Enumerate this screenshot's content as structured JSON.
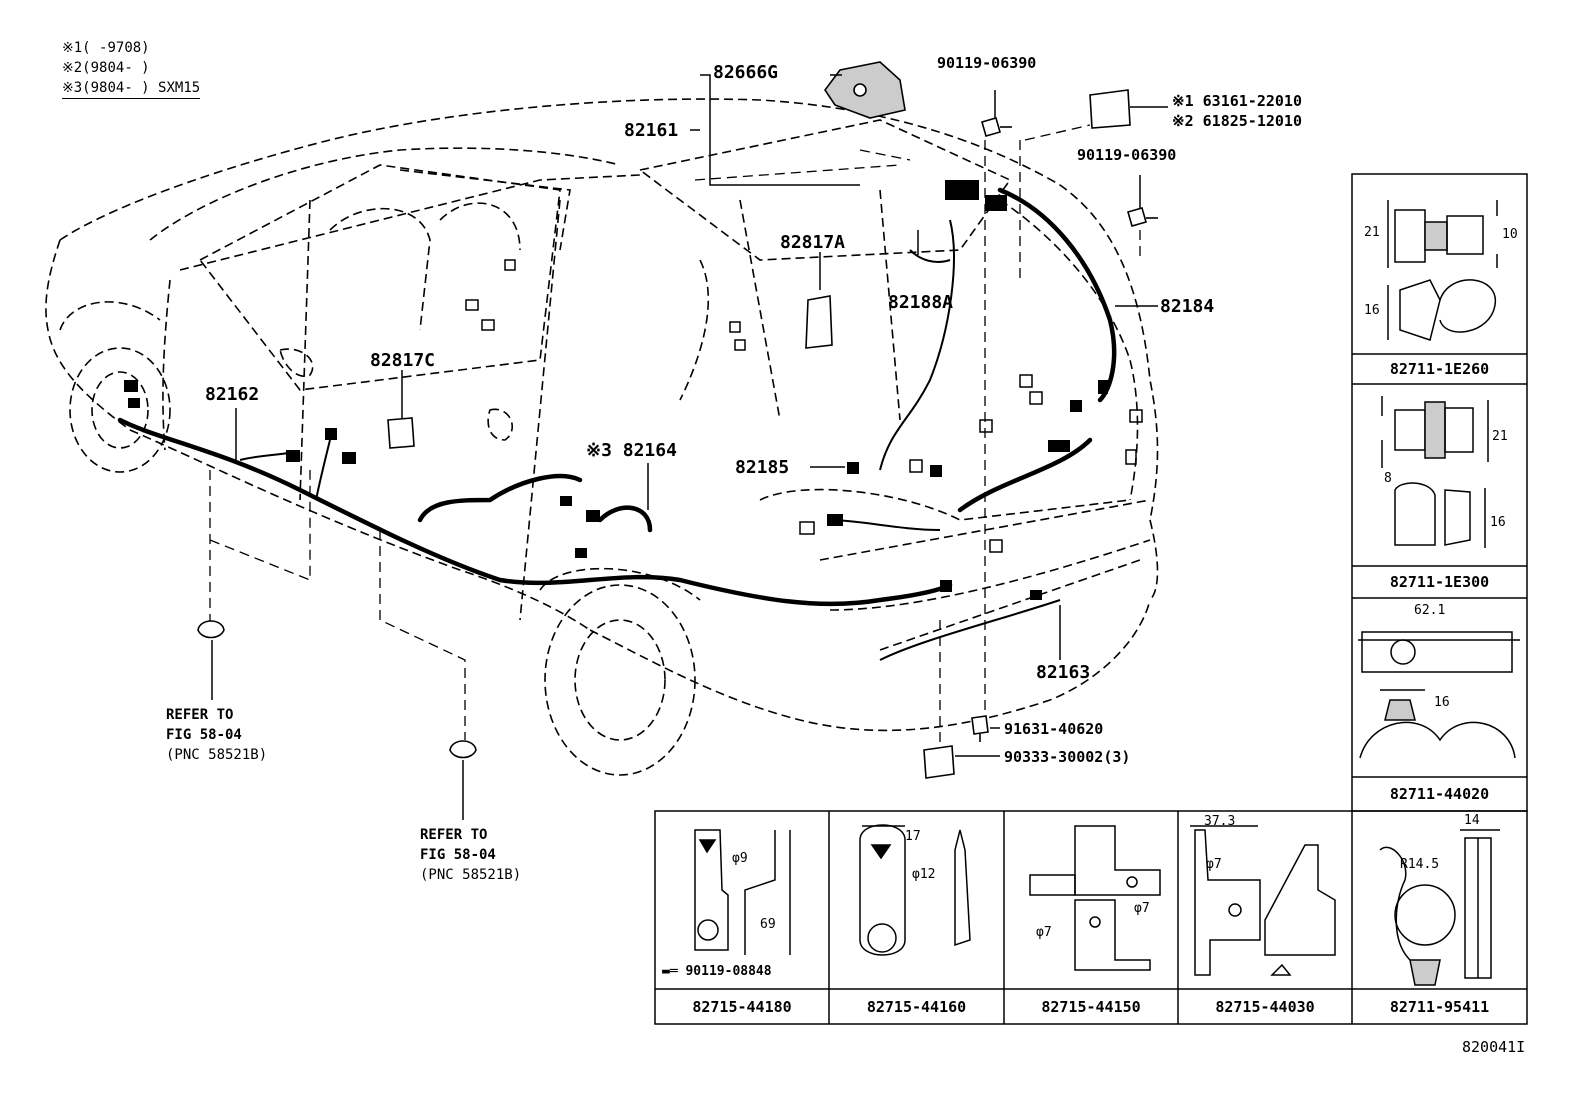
{
  "legend": [
    {
      "mark": "※1",
      "text": "(       -9708)"
    },
    {
      "mark": "※2",
      "text": "(9804-       )"
    },
    {
      "mark": "※3",
      "text": "(9804-       ) SXM15"
    }
  ],
  "callouts": {
    "p82666G": "82666G",
    "p82161": "82161",
    "p90119_06390_a": "90119-06390",
    "p63161": "※1 63161-22010",
    "p61825": "※2 61825-12010",
    "p90119_06390_b": "90119-06390",
    "p82817A": "82817A",
    "p82188A": "82188A",
    "p82184": "82184",
    "p82817C": "82817C",
    "p82162": "82162",
    "p82164": "※3 82164",
    "p82185": "82185",
    "p82163": "82163",
    "p91631": "91631-40620",
    "p90333": "90333-30002(3)"
  },
  "refers": {
    "ref1": [
      "REFER TO",
      "FIG 58-04",
      "(PNC 58521B)"
    ],
    "ref2": [
      "REFER TO",
      "FIG 58-04",
      "(PNC 58521B)"
    ]
  },
  "clips_right": [
    {
      "part": "82711-1E260",
      "dims": [
        "21",
        "10",
        "16"
      ]
    },
    {
      "part": "82711-1E300",
      "dims": [
        "21",
        "8",
        "16"
      ]
    },
    {
      "part": "82711-44020",
      "dims": [
        "62.1",
        "16"
      ]
    }
  ],
  "clips_bottom": [
    {
      "part": "82715-44180",
      "dims": [
        "φ9",
        "69"
      ],
      "extra": "90119-08848"
    },
    {
      "part": "82715-44160",
      "dims": [
        "17",
        "φ12"
      ]
    },
    {
      "part": "82715-44150",
      "dims": [
        "φ7",
        "φ7"
      ]
    },
    {
      "part": "82715-44030",
      "dims": [
        "37.3",
        "φ7"
      ]
    },
    {
      "part": "82711-95411",
      "dims": [
        "14",
        "R14.5"
      ]
    }
  ],
  "figure_id": "820041I"
}
